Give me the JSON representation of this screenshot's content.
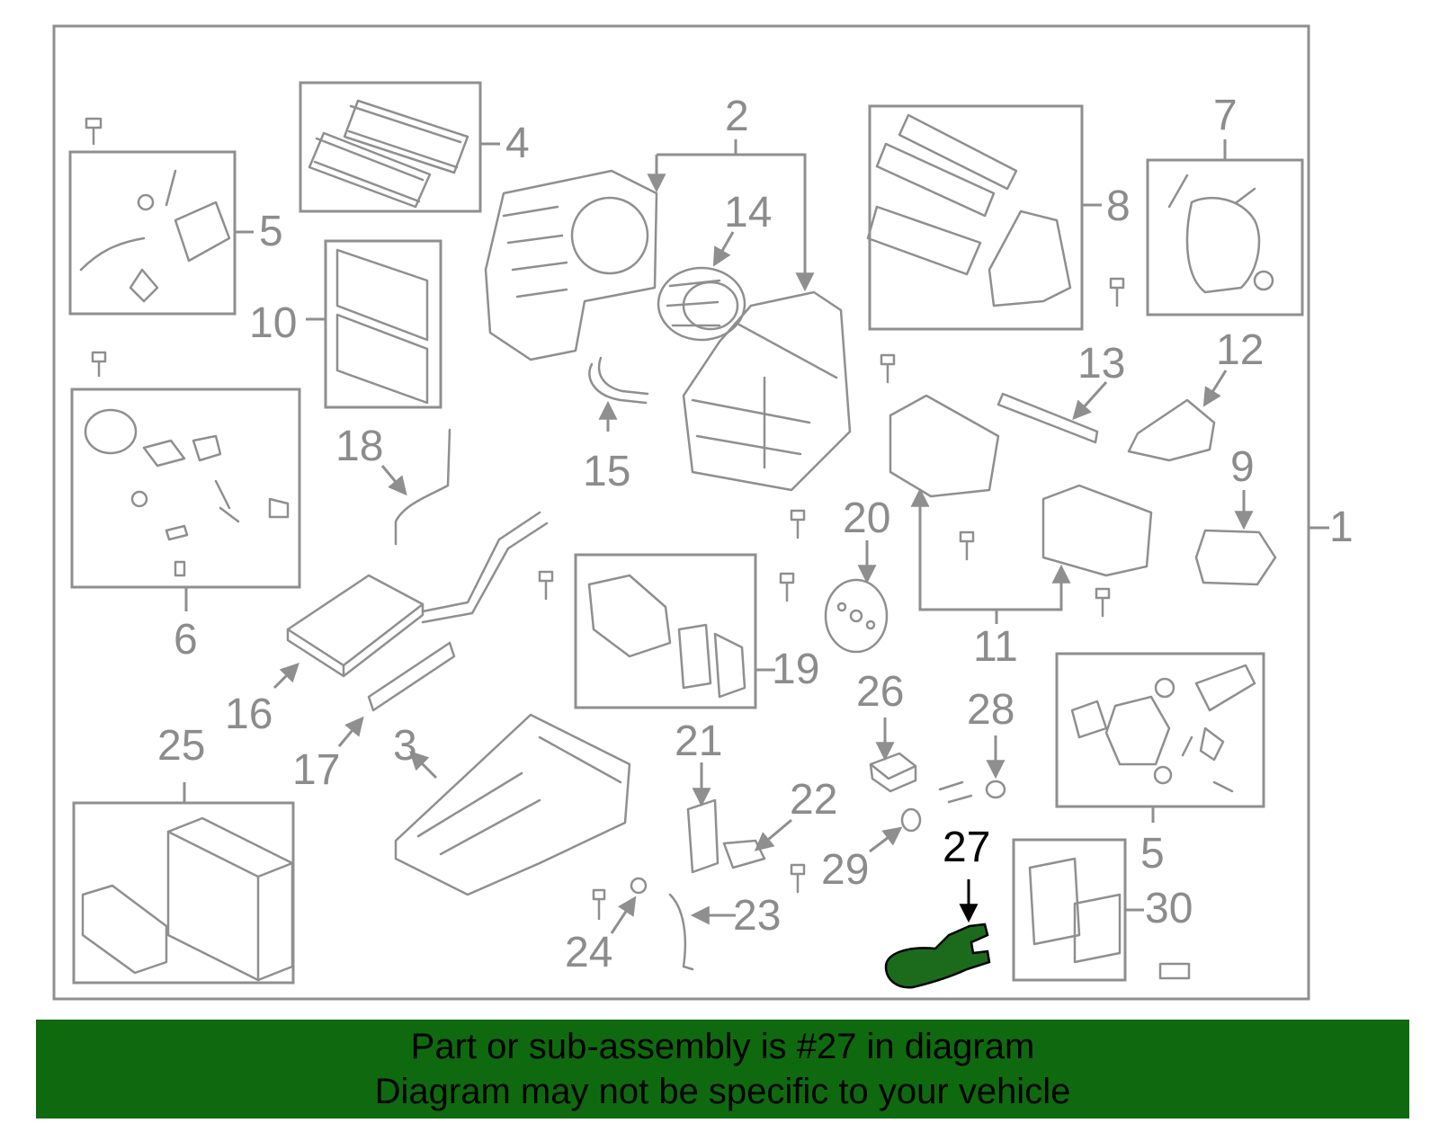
{
  "diagram": {
    "callouts": [
      "1",
      "2",
      "3",
      "4",
      "5",
      "6",
      "7",
      "8",
      "9",
      "10",
      "11",
      "12",
      "13",
      "14",
      "15",
      "16",
      "17",
      "18",
      "19",
      "20",
      "21",
      "22",
      "23",
      "24",
      "25",
      "26",
      "27",
      "28",
      "29",
      "5",
      "30"
    ],
    "highlighted_part": "27",
    "colors": {
      "line_gray": "#8f8f8f",
      "highlight_green": "#1c6b1c",
      "banner_green": "#0f6a0f"
    }
  },
  "banner": {
    "line1": "Part or sub-assembly is #27 in diagram",
    "line2": "Diagram may not be specific to your vehicle"
  }
}
